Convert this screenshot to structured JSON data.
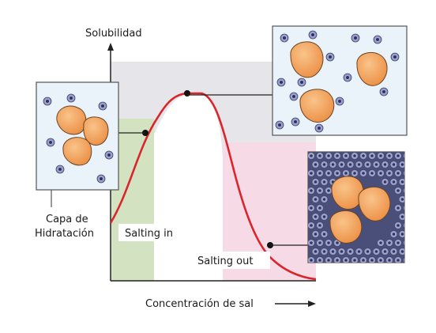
{
  "figure": {
    "y_axis_label": "Solubilidad",
    "x_axis_label": "Concentración de sal",
    "hydration_label_line1": "Capa de",
    "hydration_label_line2": "Hidratación",
    "region_salting_in": "Salting in",
    "region_salting_out": "Salting out"
  },
  "colors": {
    "curve": "#d9262b",
    "plot_background": "#e6e6ea",
    "salting_in_band": "#d3e3c2",
    "salting_out_band": "#f6dbe6",
    "protein": "#f0a060",
    "protein_edge": "#5a3a20",
    "ion_outer": "#8a8fb5",
    "ion_inner": "#2c3166",
    "inset_background": "#e9f3f9",
    "dense_ion_background": "#4a4f7a"
  }
}
